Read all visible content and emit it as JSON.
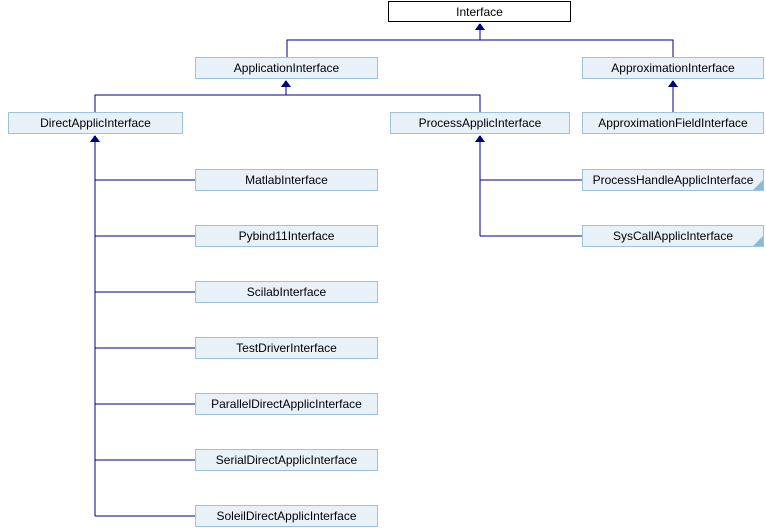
{
  "diagram": {
    "type": "class-inheritance-diagram",
    "root_class": "Interface",
    "colors": {
      "line": "#000080",
      "node_fill": "#e8f1f8",
      "node_border": "#9bc4dc",
      "root_fill": "#ffffff",
      "root_border": "#000000",
      "text": "#000000",
      "fold_indicator": "#8cb9d4"
    },
    "nodes": [
      {
        "label": "Interface",
        "current": true
      },
      {
        "label": "ApplicationInterface"
      },
      {
        "label": "ApproximationInterface"
      },
      {
        "label": "DirectApplicInterface"
      },
      {
        "label": "ProcessApplicInterface"
      },
      {
        "label": "ApproximationFieldInterface"
      },
      {
        "label": "MatlabInterface"
      },
      {
        "label": "Pybind11Interface"
      },
      {
        "label": "ScilabInterface"
      },
      {
        "label": "TestDriverInterface"
      },
      {
        "label": "ParallelDirectApplicInterface"
      },
      {
        "label": "SerialDirectApplicInterface"
      },
      {
        "label": "SoleilDirectApplicInterface"
      },
      {
        "label": "ProcessHandleApplicInterface",
        "has_hidden_subclasses": true
      },
      {
        "label": "SysCallApplicInterface",
        "has_hidden_subclasses": true
      }
    ],
    "edges": [
      {
        "child": "ApplicationInterface",
        "parent": "Interface"
      },
      {
        "child": "ApproximationInterface",
        "parent": "Interface"
      },
      {
        "child": "DirectApplicInterface",
        "parent": "ApplicationInterface"
      },
      {
        "child": "ProcessApplicInterface",
        "parent": "ApplicationInterface"
      },
      {
        "child": "ApproximationFieldInterface",
        "parent": "ApproximationInterface"
      },
      {
        "child": "MatlabInterface",
        "parent": "DirectApplicInterface"
      },
      {
        "child": "Pybind11Interface",
        "parent": "DirectApplicInterface"
      },
      {
        "child": "ScilabInterface",
        "parent": "DirectApplicInterface"
      },
      {
        "child": "TestDriverInterface",
        "parent": "DirectApplicInterface"
      },
      {
        "child": "ParallelDirectApplicInterface",
        "parent": "DirectApplicInterface"
      },
      {
        "child": "SerialDirectApplicInterface",
        "parent": "DirectApplicInterface"
      },
      {
        "child": "SoleilDirectApplicInterface",
        "parent": "DirectApplicInterface"
      },
      {
        "child": "ProcessHandleApplicInterface",
        "parent": "ProcessApplicInterface"
      },
      {
        "child": "SysCallApplicInterface",
        "parent": "ProcessApplicInterface"
      }
    ]
  }
}
